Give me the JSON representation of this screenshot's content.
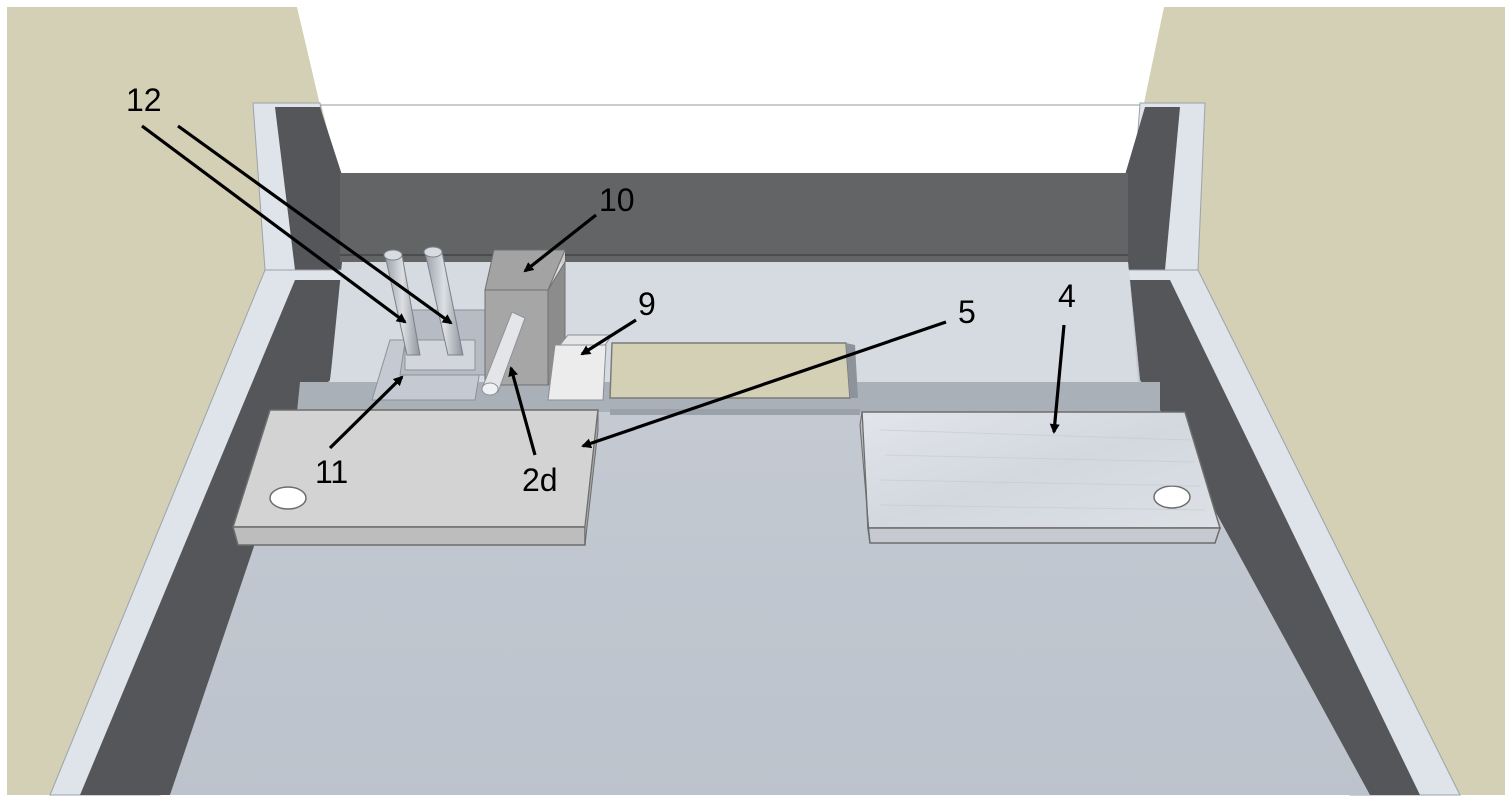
{
  "colors": {
    "wall": "#d3d0b5",
    "backdrop": "#ffffff",
    "box_frame": "#dfe3ea",
    "box_inner_dark": "#545659",
    "floor": "#c2c8d1",
    "back_ledge": "#aab0b8",
    "back_face": "#636465",
    "plate_left": "#d3d3d3",
    "plate_right": "#d9dde3",
    "block": "#a3a3a3",
    "opening": "#d3d0b5",
    "leader": "#000000"
  },
  "labels": {
    "l12": "12",
    "l10": "10",
    "l9": "9",
    "l5": "5",
    "l4": "4",
    "l11": "11",
    "l2d": "2d"
  }
}
